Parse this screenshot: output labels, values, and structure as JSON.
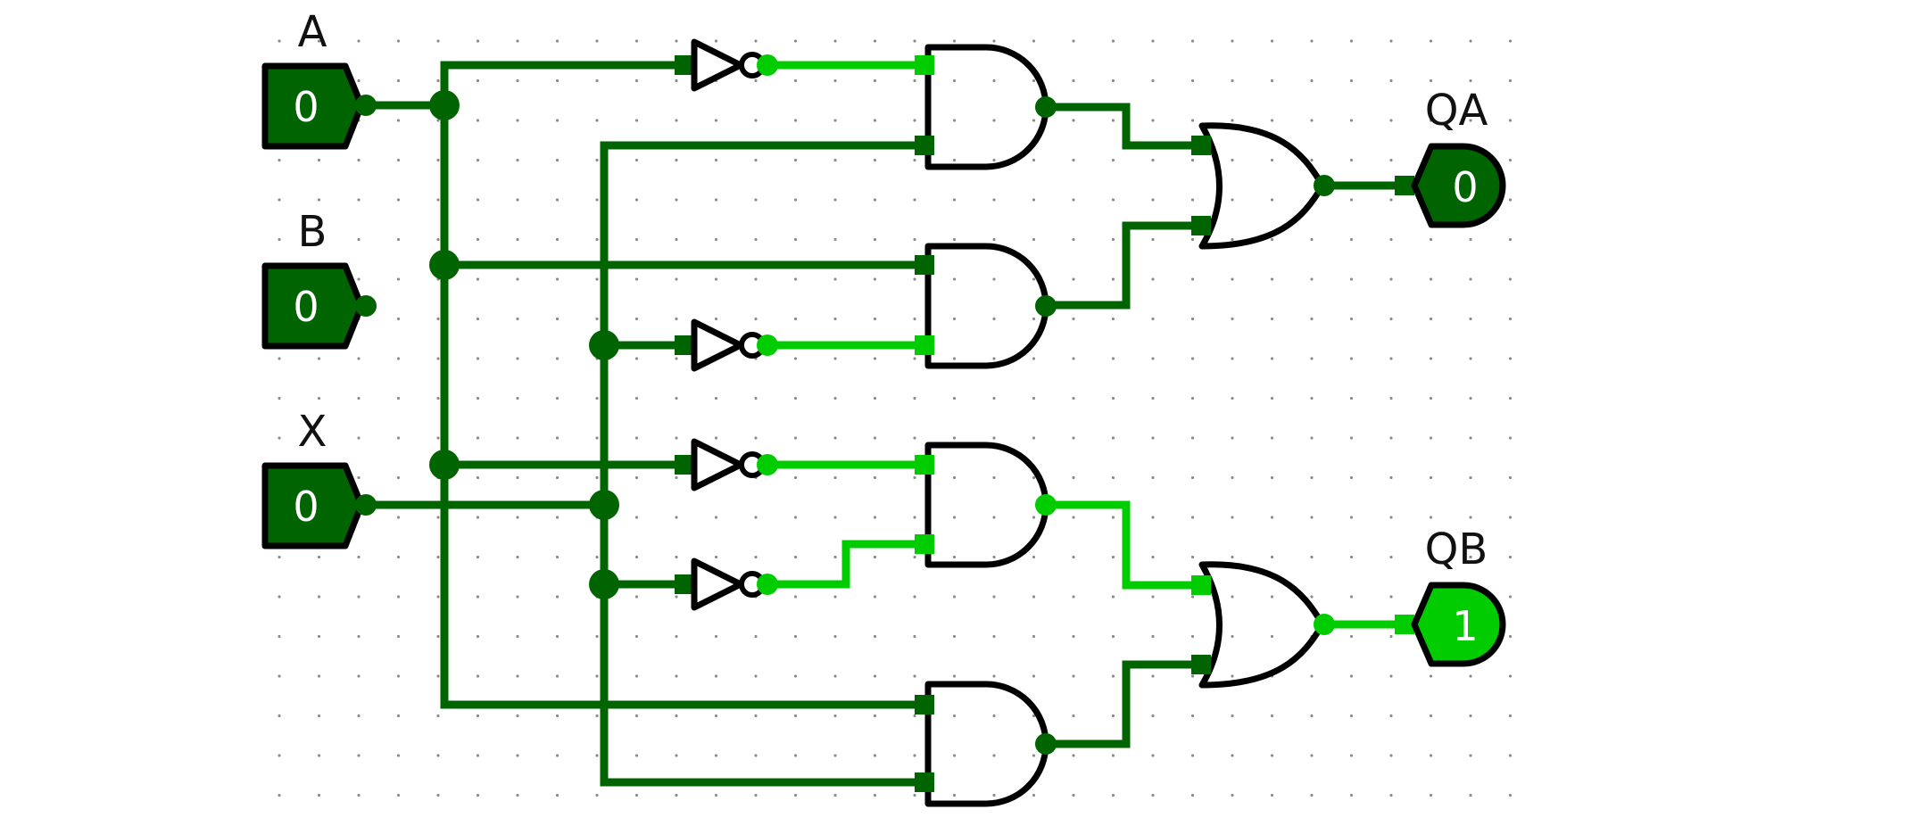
{
  "colors": {
    "background": "#ffffff",
    "grid_dot": "#8a8a8a",
    "wire_low": "#006400",
    "wire_high": "#00cc00",
    "outline": "#000000",
    "io_low_fill": "#006400",
    "io_high_fill": "#00cc00"
  },
  "inputs": [
    {
      "label": "A",
      "value": "0",
      "state": "low"
    },
    {
      "label": "B",
      "value": "0",
      "state": "low"
    },
    {
      "label": "X",
      "value": "0",
      "state": "low"
    }
  ],
  "outputs": [
    {
      "label": "QA",
      "value": "0",
      "state": "low"
    },
    {
      "label": "QB",
      "value": "1",
      "state": "high"
    }
  ],
  "gates": {
    "not_count": 4,
    "and_count": 4,
    "or_count": 2
  },
  "icons": [
    "input-pin-icon",
    "output-pin-icon",
    "not-gate-icon",
    "and-gate-icon",
    "or-gate-icon",
    "junction-dot-icon"
  ]
}
